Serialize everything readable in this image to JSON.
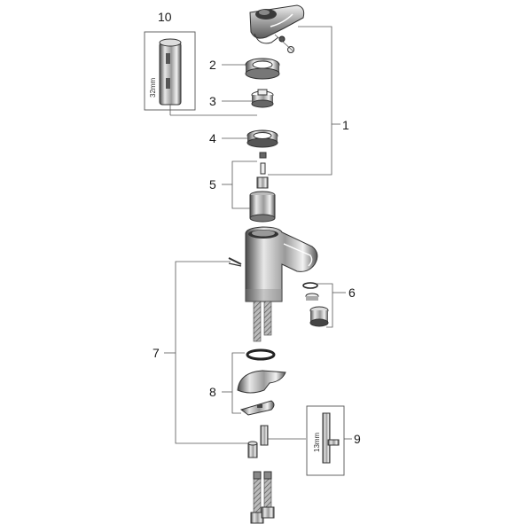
{
  "callouts": [
    {
      "id": "1",
      "label": "1"
    },
    {
      "id": "2",
      "label": "2"
    },
    {
      "id": "3",
      "label": "3"
    },
    {
      "id": "4",
      "label": "4"
    },
    {
      "id": "5",
      "label": "5"
    },
    {
      "id": "6",
      "label": "6"
    },
    {
      "id": "7",
      "label": "7"
    },
    {
      "id": "8",
      "label": "8"
    },
    {
      "id": "9",
      "label": "9"
    },
    {
      "id": "10",
      "label": "10"
    }
  ],
  "dimensions": {
    "tool_10": "32mm",
    "tool_9": "13mm"
  },
  "colors": {
    "line": "#555555",
    "metal_dark": "#3a3a3a",
    "metal_light": "#d6d6d6"
  }
}
